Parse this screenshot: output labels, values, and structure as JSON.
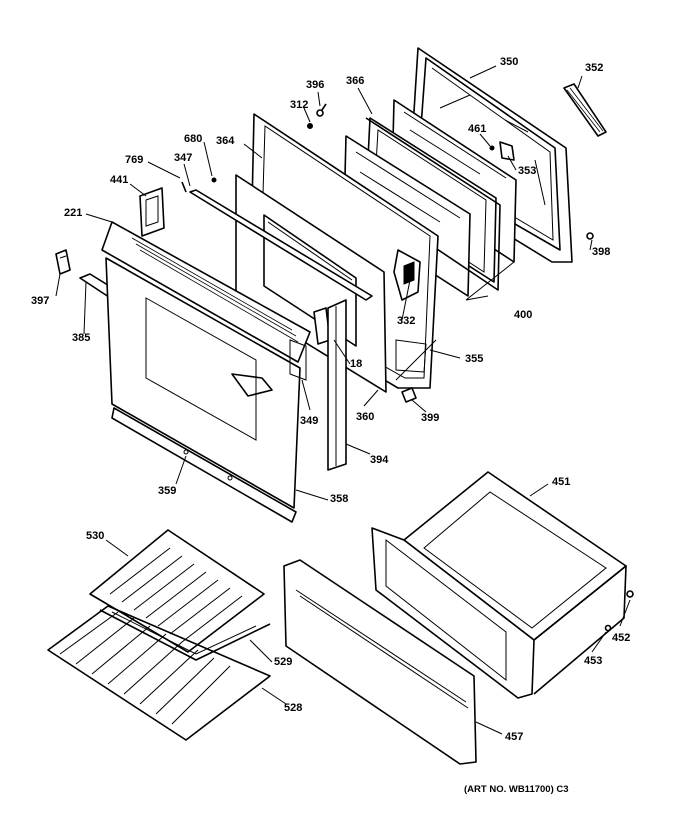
{
  "diagram": {
    "art_number": "(ART NO. WB11700) C3",
    "parts": [
      {
        "id": "350",
        "label": "350"
      },
      {
        "id": "352",
        "label": "352"
      },
      {
        "id": "396",
        "label": "396"
      },
      {
        "id": "366",
        "label": "366"
      },
      {
        "id": "312",
        "label": "312"
      },
      {
        "id": "461",
        "label": "461"
      },
      {
        "id": "680",
        "label": "680"
      },
      {
        "id": "364",
        "label": "364"
      },
      {
        "id": "353",
        "label": "353"
      },
      {
        "id": "769",
        "label": "769"
      },
      {
        "id": "347",
        "label": "347"
      },
      {
        "id": "441",
        "label": "441"
      },
      {
        "id": "221",
        "label": "221"
      },
      {
        "id": "398",
        "label": "398"
      },
      {
        "id": "397",
        "label": "397"
      },
      {
        "id": "400",
        "label": "400"
      },
      {
        "id": "332",
        "label": "332"
      },
      {
        "id": "385",
        "label": "385"
      },
      {
        "id": "18",
        "label": "18"
      },
      {
        "id": "355",
        "label": "355"
      },
      {
        "id": "349",
        "label": "349"
      },
      {
        "id": "360",
        "label": "360"
      },
      {
        "id": "399",
        "label": "399"
      },
      {
        "id": "394",
        "label": "394"
      },
      {
        "id": "451",
        "label": "451"
      },
      {
        "id": "359",
        "label": "359"
      },
      {
        "id": "358",
        "label": "358"
      },
      {
        "id": "530",
        "label": "530"
      },
      {
        "id": "452",
        "label": "452"
      },
      {
        "id": "453",
        "label": "453"
      },
      {
        "id": "529",
        "label": "529"
      },
      {
        "id": "528",
        "label": "528"
      },
      {
        "id": "457",
        "label": "457"
      }
    ]
  }
}
